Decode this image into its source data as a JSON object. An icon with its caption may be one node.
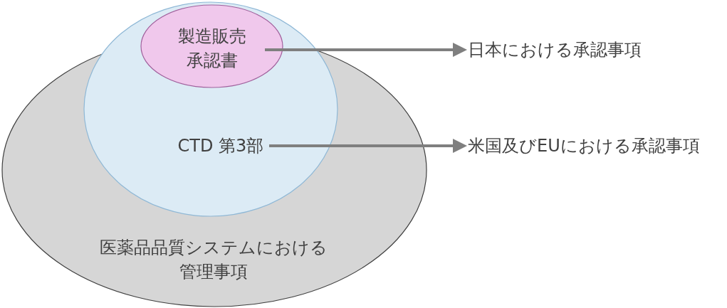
{
  "diagram": {
    "nodes": [
      {
        "text": [
          "医薬品品質システムにおける管理事項"
        ]
      },
      {
        "text": [
          "CTD 第3部"
        ],
        "in": 0
      },
      {
        "text": [
          "製造販売承認書"
        ],
        "in": 1
      },
      {
        "text": [
          "日本における承認事項"
        ]
      },
      {
        "text": [
          "米国及びEUにおける承認事項"
        ]
      }
    ],
    "edges": [
      {
        "from": 2,
        "to": 3,
        "arrow": "to"
      },
      {
        "from": 1,
        "to": 4,
        "arrow": "to"
      }
    ]
  }
}
